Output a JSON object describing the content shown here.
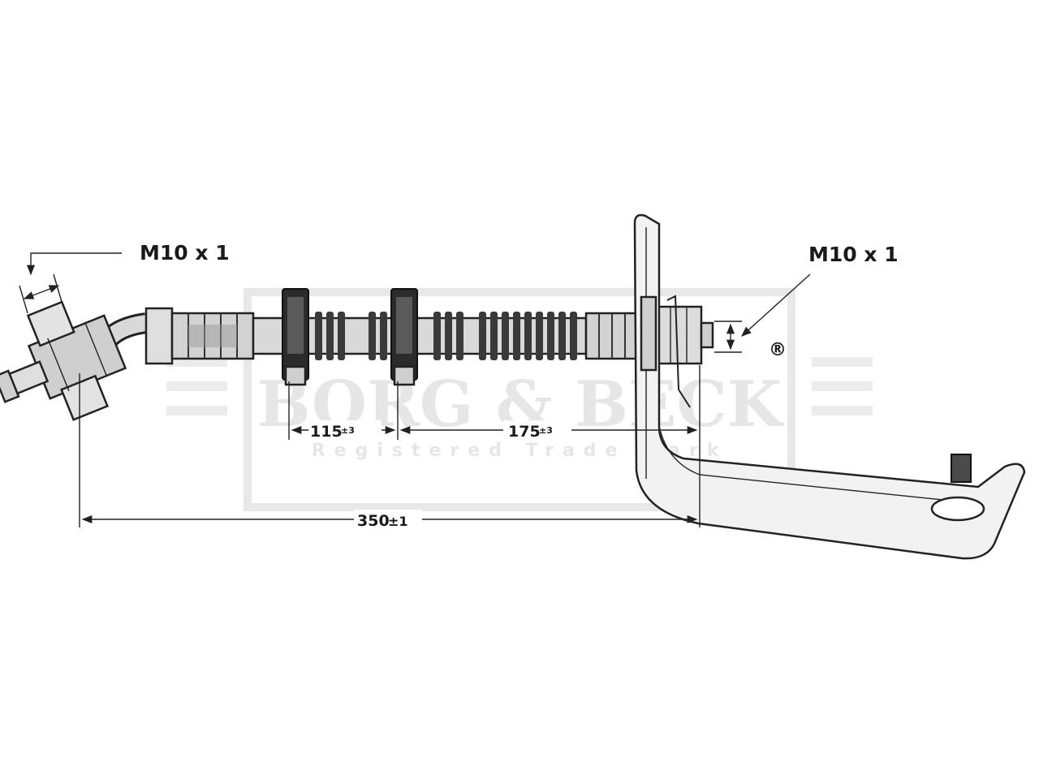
{
  "watermark": {
    "brand": "BORG & BECK",
    "registered_mark": "®",
    "subtitle": "Registered Trade Mark"
  },
  "labels": {
    "thread_left": "M10 x 1",
    "thread_right": "M10 x 1"
  },
  "dimensions": {
    "clip_spacing": {
      "value": "115",
      "tolerance": "±3"
    },
    "clip_to_bracket": {
      "value": "175",
      "tolerance": "±3"
    },
    "overall_length": {
      "value": "350",
      "tolerance": "±1"
    }
  },
  "colors": {
    "line": "#222222",
    "hose_light": "#d9d9d9",
    "hose_dark": "#3a3a3a",
    "clip": "#2b2b2b",
    "watermark": "#e6e6e6"
  }
}
